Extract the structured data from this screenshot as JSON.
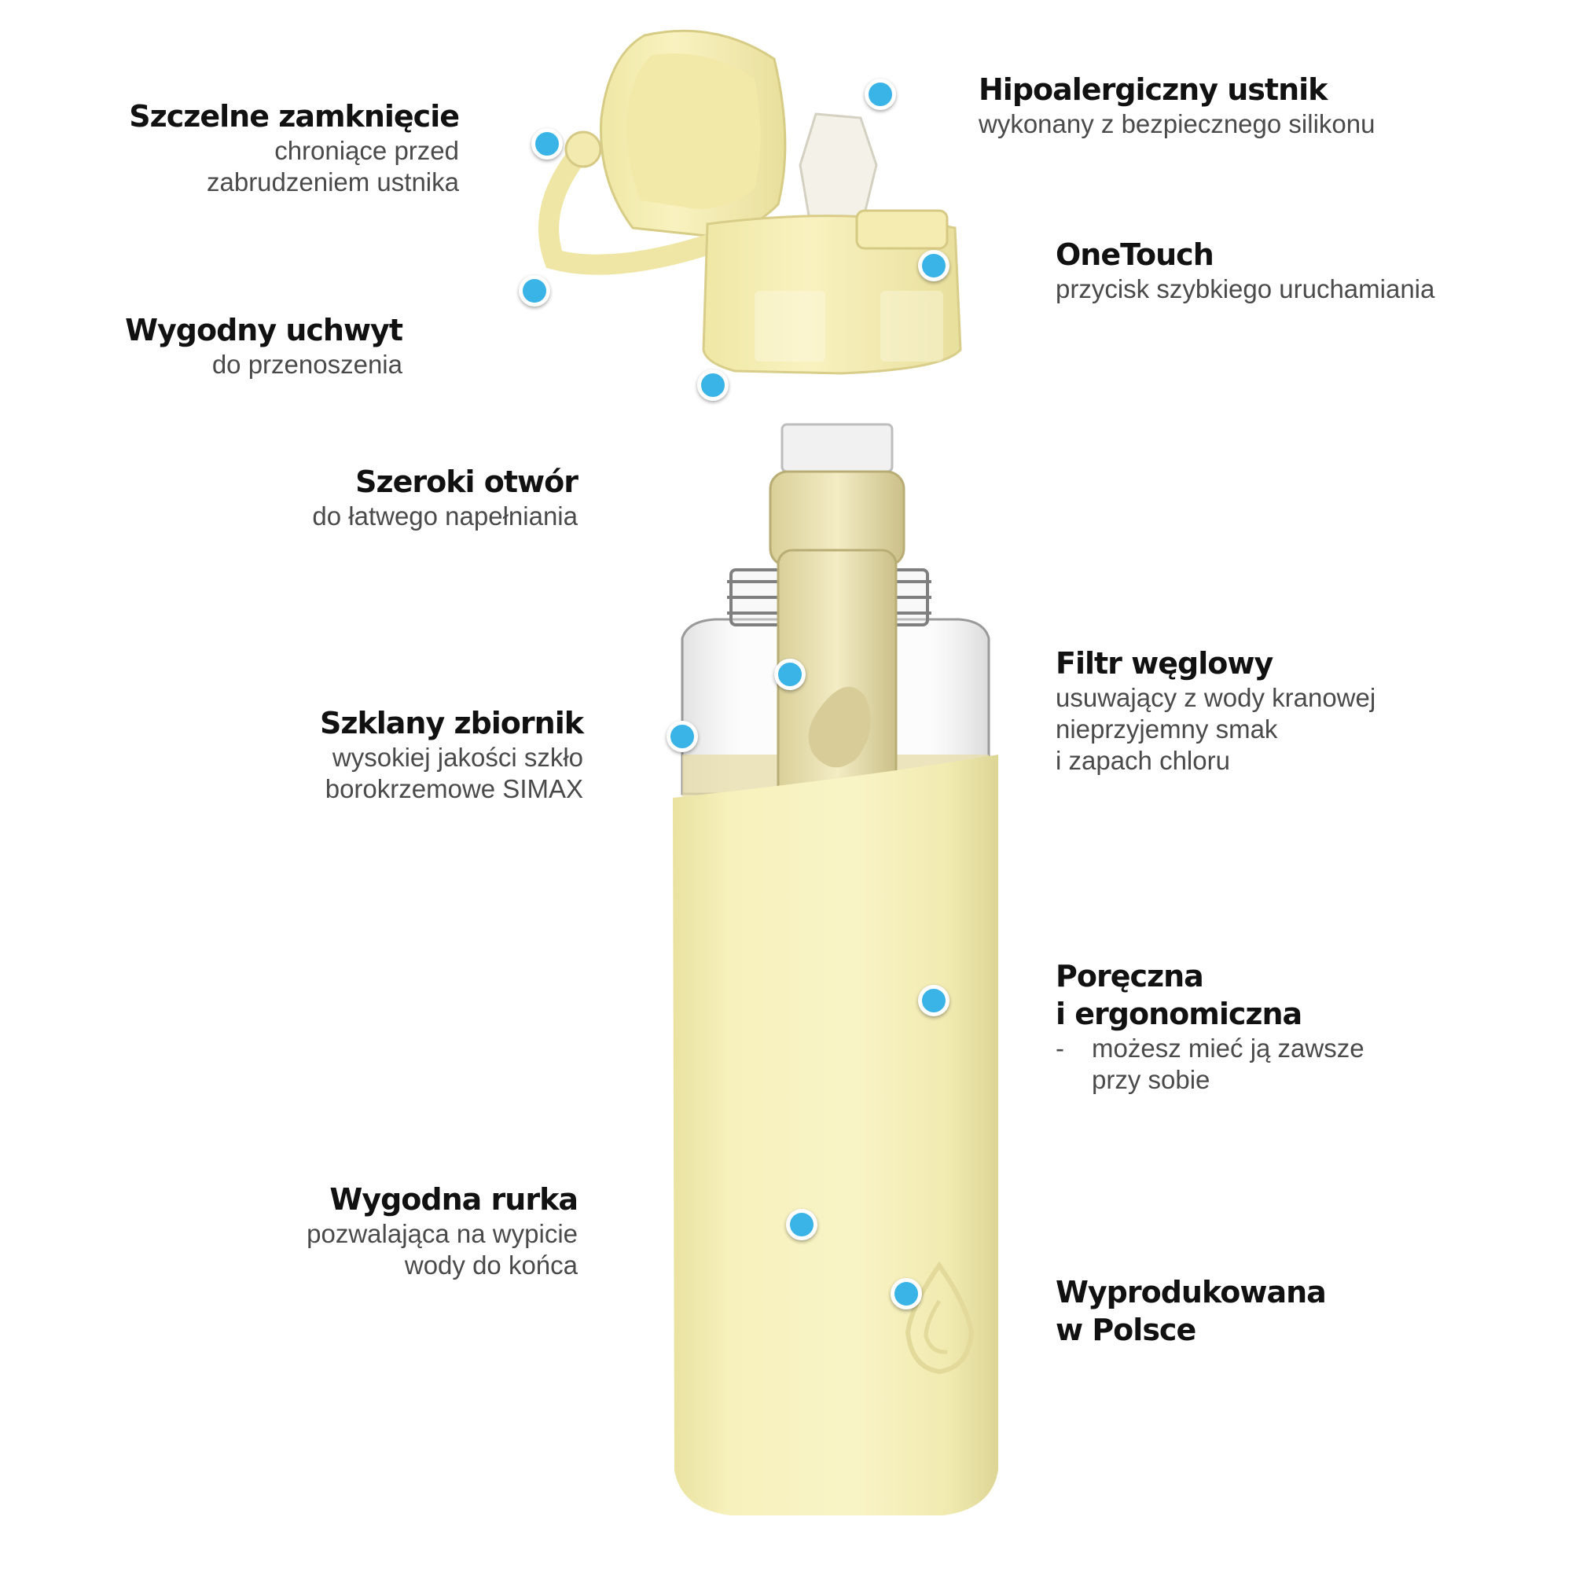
{
  "colors": {
    "accent_dot": "#3ab4e6",
    "sleeve": "#f6f0b4",
    "cap": "#f7efb0",
    "title_text": "#111111",
    "description_text": "#4a4a4a"
  },
  "features": {
    "tight_closure": {
      "title": "Szczelne zamknięcie",
      "line1": "chroniące przed",
      "line2": "zabrudzeniem ustnika"
    },
    "handle": {
      "title": "Wygodny uchwyt",
      "line1": "do przenoszenia"
    },
    "wide_opening": {
      "title": "Szeroki otwór",
      "line1": "do łatwego napełniania"
    },
    "glass_tank": {
      "title": "Szklany zbiornik",
      "line1": "wysokiej jakości szkło",
      "line2": "borokrzemowe SIMAX"
    },
    "straw": {
      "title": "Wygodna rurka",
      "line1": "pozwalająca na wypicie",
      "line2": "wody do końca"
    },
    "mouthpiece": {
      "title": "Hipoalergiczny ustnik",
      "line1": "wykonany z bezpiecznego silikonu"
    },
    "onetouch": {
      "title": "OneTouch",
      "line1": "przycisk szybkiego uruchamiania"
    },
    "carbon_filter": {
      "title": "Filtr węglowy",
      "line1": "usuwający z wody kranowej",
      "line2": "nieprzyjemny smak",
      "line3": "i zapach chloru"
    },
    "ergonomic": {
      "title_line1": "Poręczna",
      "title_line2": "i ergonomiczna",
      "dash": "-",
      "line1": "możesz mieć ją zawsze",
      "line2": "przy sobie"
    },
    "made_in_poland": {
      "title_line1": "Wyprodukowana",
      "title_line2": "w Polsce"
    }
  }
}
